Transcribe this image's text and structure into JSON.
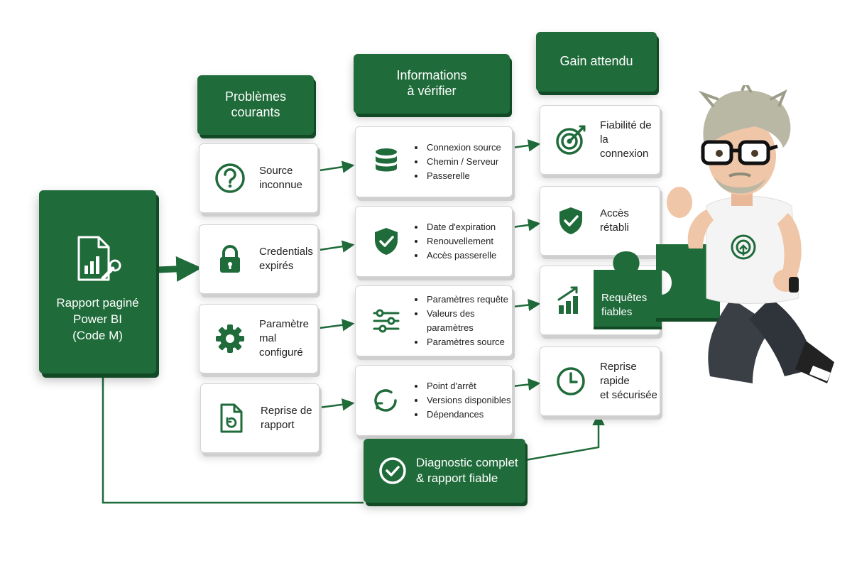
{
  "colors": {
    "accent": "#1f6b3a",
    "accent_dark": "#124a26",
    "card": "#ffffff"
  },
  "source": {
    "title": "Rapport paginé\nPower BI\n(Code M)",
    "icon": "report-wrench-icon"
  },
  "headers": {
    "problems": "Problèmes\ncourants",
    "info": "Informations\nà vérifier",
    "gain": "Gain attendu"
  },
  "rows": [
    {
      "problem": {
        "label": "Source\ninconnue",
        "icon": "question-icon"
      },
      "info": {
        "icon": "database-icon",
        "items": [
          "Connexion source",
          "Chemin / Serveur",
          "Passerelle"
        ]
      },
      "gain": {
        "label": "Fiabilité de\nla connexion",
        "icon": "target-icon"
      }
    },
    {
      "problem": {
        "label": "Credentials\nexpirés",
        "icon": "lock-icon"
      },
      "info": {
        "icon": "shield-check-icon",
        "items": [
          "Date d'expiration",
          "Renouvellement",
          "Accès passerelle"
        ]
      },
      "gain": {
        "label": "Accès\nrétabli",
        "icon": "shield-check-icon"
      }
    },
    {
      "problem": {
        "label": "Paramètre mal\nconfiguré",
        "icon": "gear-icon"
      },
      "info": {
        "icon": "sliders-icon",
        "items": [
          "Paramètres requête",
          "Valeurs des paramètres",
          "Paramètres source"
        ]
      },
      "gain": {
        "label": "Requêtes\nfiables",
        "icon": "bar-chart-up-icon"
      }
    },
    {
      "problem": {
        "label": "Reprise de\nrapport",
        "icon": "file-refresh-icon"
      },
      "info": {
        "icon": "refresh-icon",
        "items": [
          "Point d'arrêt",
          "Versions disponibles",
          "Dépendances"
        ]
      },
      "gain": {
        "label": "Reprise rapide\net sécurisée",
        "icon": "clock-icon"
      }
    }
  ],
  "summary": {
    "label": "Diagnostic complet\n& rapport fiable",
    "icon": "check-circle-icon"
  }
}
